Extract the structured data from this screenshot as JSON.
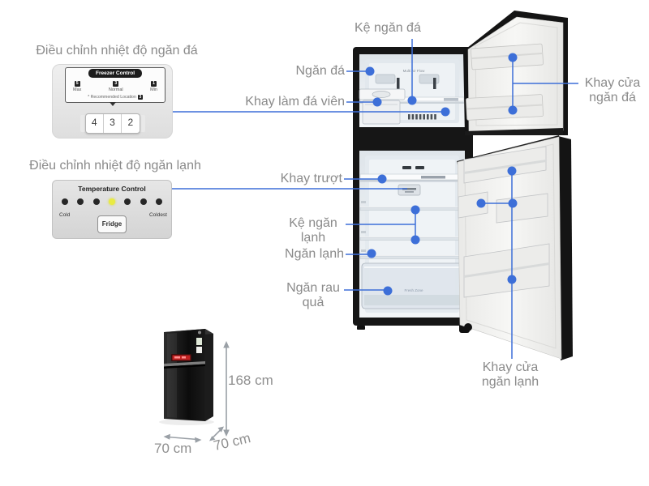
{
  "section_headers": {
    "freezer": "Điều chỉnh nhiệt độ ngăn đá",
    "fridge": "Điều chỉnh nhiệt độ ngăn lạnh"
  },
  "callouts": {
    "ke_ngan_da": "Kệ ngăn đá",
    "ngan_da": "Ngăn đá",
    "khay_lam_da_vien": "Khay làm đá viên",
    "khay_cua_ngan_da": "Khay cửa ngăn đá",
    "khay_truot": "Khay trượt",
    "ke_ngan_lanh": "Kệ ngăn lạnh",
    "ngan_lanh": "Ngăn lạnh",
    "ngan_rau_qua": "Ngăn rau quả",
    "khay_cua_ngan_lanh": "Khay cửa ngăn lạnh"
  },
  "freezer_control": {
    "title": "Freezer Control",
    "markers": [
      {
        "value": "5",
        "label": "Max"
      },
      {
        "value": "3",
        "label": "Normal"
      },
      {
        "value": "1",
        "label": "Min"
      }
    ],
    "recommended_label": "* Recommended Location",
    "recommended_value": "3",
    "dial_digits": [
      "4",
      "3",
      "2"
    ]
  },
  "temperature_control": {
    "title": "Temperature Control",
    "min_label": "Cold",
    "max_label": "Coldest",
    "button_label": "Fridge",
    "dot_count": 7,
    "active_dot_index": 3
  },
  "dimensions": {
    "height": "168 cm",
    "width": "70 cm",
    "depth": "70 cm"
  },
  "interior_texts": {
    "freezer_back": "Multi Air Flow",
    "crisper": "Fresh Zone"
  },
  "colors": {
    "accent_blue": "#3d6fd8",
    "label_gray": "#8a8a8a",
    "dimension_gray": "#8f8f8f"
  }
}
